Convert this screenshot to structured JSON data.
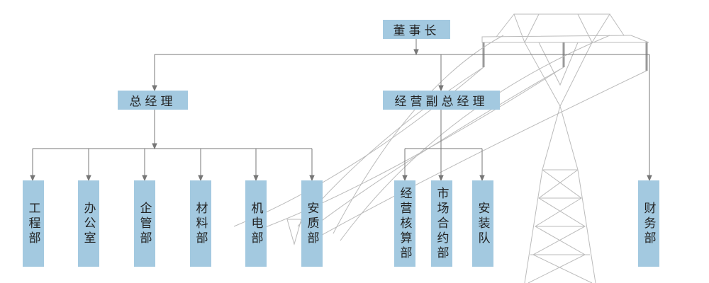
{
  "chairman": "董事长",
  "gm": "总经理",
  "vp": "经营副总经理",
  "gm_depts": [
    "工程部",
    "办公室",
    "企管部",
    "材料部",
    "机电部",
    "安质部"
  ],
  "vp_depts": [
    "经营核算部",
    "市场合约部",
    "安装队"
  ],
  "finance": "财务部",
  "colors": {
    "box": "#a3c9e0",
    "line": "#777777",
    "tower": "#b8b8b8"
  }
}
